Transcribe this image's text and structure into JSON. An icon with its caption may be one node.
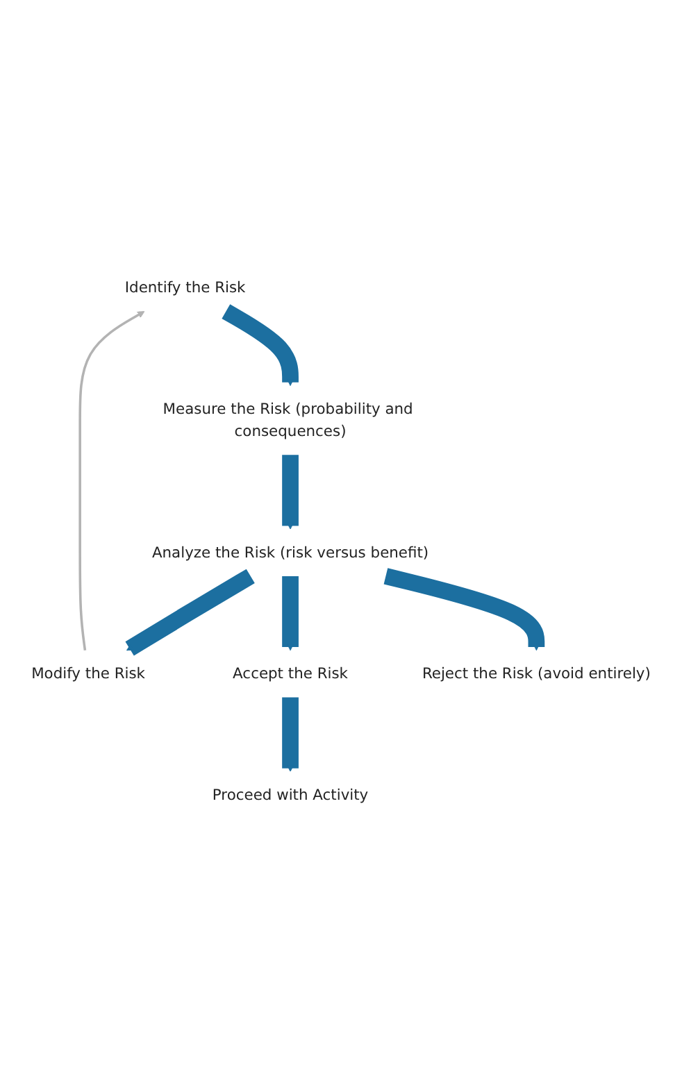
{
  "diagram": {
    "nodes": [
      {
        "text": [
          "Identify the Risk"
        ]
      },
      {
        "text": [
          "Measure the Risk (probability and consequences)"
        ]
      },
      {
        "text": [
          "Analyze the Risk (risk versus benefit)"
        ]
      },
      {
        "text": [
          "Modify the Risk"
        ]
      },
      {
        "text": [
          "Accept the Risk"
        ]
      },
      {
        "text": [
          "Reject the Risk (avoid entirely)"
        ]
      },
      {
        "text": [
          "Proceed with Activity"
        ]
      }
    ],
    "edges": [
      {
        "from": 0,
        "to": 1,
        "arrow": "to"
      },
      {
        "from": 1,
        "to": 2,
        "arrow": "to"
      },
      {
        "from": 2,
        "to": 3,
        "arrow": "to"
      },
      {
        "from": 2,
        "to": 4,
        "arrow": "to"
      },
      {
        "from": 2,
        "to": 5,
        "arrow": "to"
      },
      {
        "from": 4,
        "to": 6,
        "arrow": "to"
      },
      {
        "from": 3,
        "to": 0,
        "arrow": "to",
        "color": "#b3b3b3"
      }
    ]
  }
}
